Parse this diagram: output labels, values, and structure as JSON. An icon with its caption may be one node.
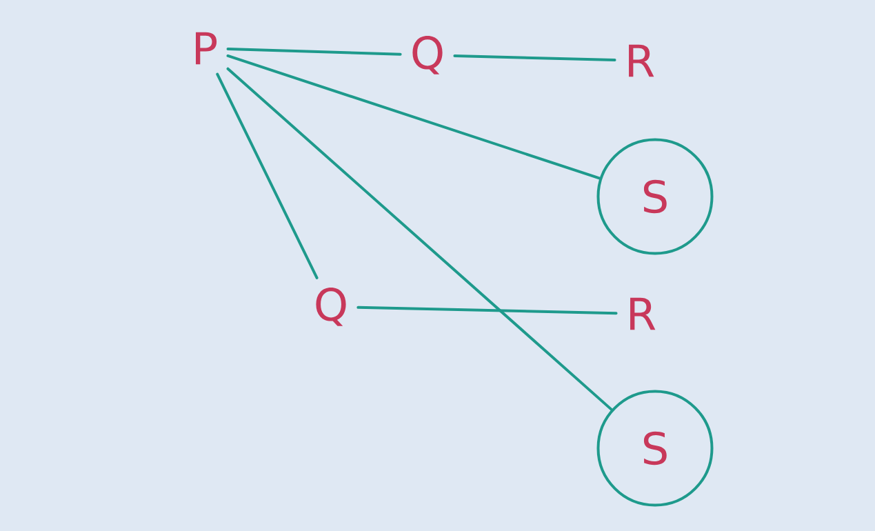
{
  "diagram": {
    "nodes": [
      {
        "text": [
          "P"
        ]
      },
      {
        "text": [
          "Q"
        ]
      },
      {
        "text": [
          "R"
        ]
      },
      {
        "text": [
          "S"
        ]
      },
      {
        "text": [
          "Q"
        ]
      },
      {
        "text": [
          "R"
        ]
      },
      {
        "text": [
          "S"
        ]
      }
    ],
    "edges": [
      {
        "from": 0,
        "to": 1,
        "arrow": "none"
      },
      {
        "from": 1,
        "to": 2,
        "arrow": "none"
      },
      {
        "from": 0,
        "to": 3,
        "arrow": "none"
      },
      {
        "from": 0,
        "to": 4,
        "arrow": "none"
      },
      {
        "from": 4,
        "to": 5,
        "arrow": "none"
      },
      {
        "from": 0,
        "to": 6,
        "arrow": "none"
      }
    ]
  }
}
